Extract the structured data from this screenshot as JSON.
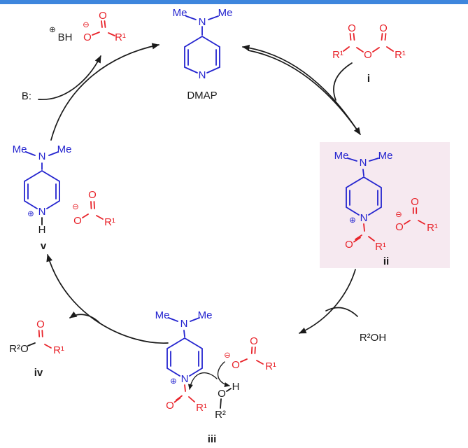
{
  "colors": {
    "blue": "#2424cf",
    "red": "#e8232a",
    "ink": "#1a1a1a",
    "topbar": "#3e86dd",
    "pinkbox": "#f6e9f0"
  },
  "labels": {
    "me": "Me",
    "n": "N",
    "o": "O",
    "h": "H",
    "r1": "R¹",
    "r2": "R²",
    "r2o": "R²O",
    "r2oh": "R²OH",
    "dmap": "DMAP",
    "base": "B:",
    "bh": "BH",
    "plus": "⊕",
    "minus": "⊖"
  },
  "steps": {
    "i": "i",
    "ii": "ii",
    "iii": "iii",
    "iv": "iv",
    "v": "v"
  }
}
